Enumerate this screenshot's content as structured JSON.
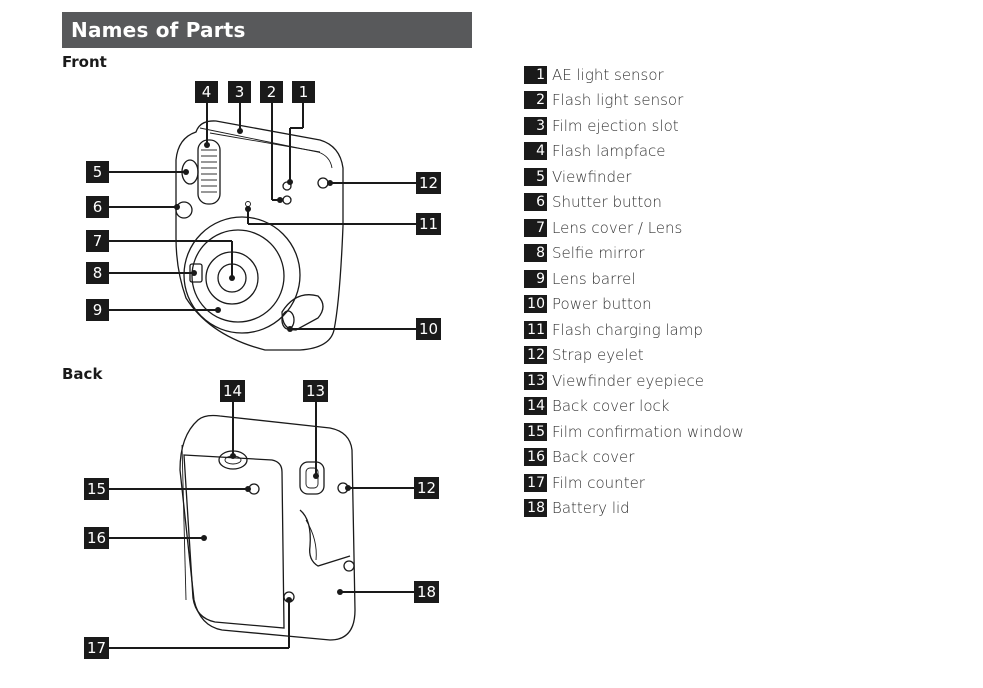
{
  "header": {
    "title": "Names of Parts"
  },
  "sections": {
    "front": "Front",
    "back": "Back"
  },
  "front_callouts": [
    "4",
    "3",
    "2",
    "1",
    "5",
    "6",
    "7",
    "8",
    "9",
    "12",
    "11",
    "10"
  ],
  "back_callouts": [
    "14",
    "13",
    "15",
    "16",
    "17",
    "12",
    "18"
  ],
  "parts": [
    {
      "num": "1",
      "name": "AE light sensor"
    },
    {
      "num": "2",
      "name": "Flash light sensor"
    },
    {
      "num": "3",
      "name": "Film ejection slot"
    },
    {
      "num": "4",
      "name": "Flash lampface"
    },
    {
      "num": "5",
      "name": "Viewfinder"
    },
    {
      "num": "6",
      "name": "Shutter button"
    },
    {
      "num": "7",
      "name": "Lens cover / Lens"
    },
    {
      "num": "8",
      "name": "Selfie mirror"
    },
    {
      "num": "9",
      "name": "Lens barrel"
    },
    {
      "num": "10",
      "name": "Power button"
    },
    {
      "num": "11",
      "name": "Flash charging lamp"
    },
    {
      "num": "12",
      "name": "Strap eyelet"
    },
    {
      "num": "13",
      "name": "Viewfinder eyepiece"
    },
    {
      "num": "14",
      "name": "Back cover lock"
    },
    {
      "num": "15",
      "name": "Film confirmation window"
    },
    {
      "num": "16",
      "name": "Back cover"
    },
    {
      "num": "17",
      "name": "Film counter"
    },
    {
      "num": "18",
      "name": "Battery lid"
    }
  ]
}
